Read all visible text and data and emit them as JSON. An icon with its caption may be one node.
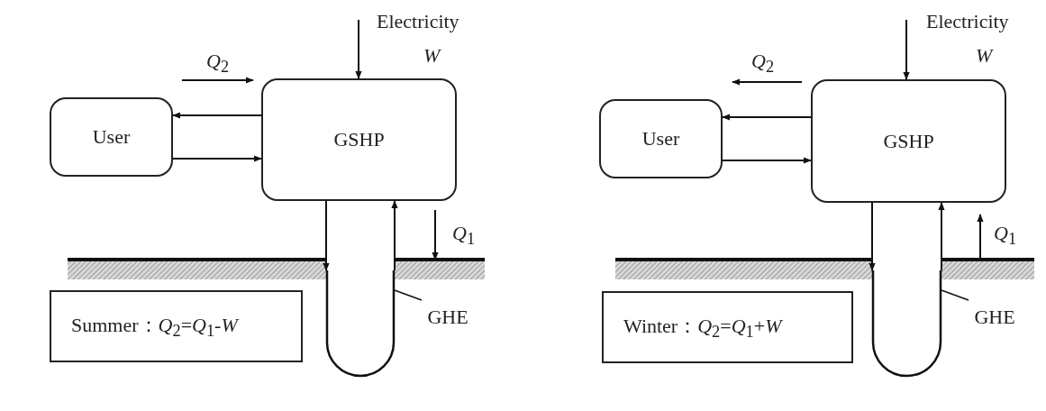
{
  "diagram": {
    "nodes": [
      {
        "text": [
          "User"
        ]
      },
      {
        "text": [
          "GSHP"
        ]
      },
      {
        "text": [
          "Summer：*Q*$_{2}$=*Q*$_{1}$-*W*"
        ]
      },
      {
        "text": [],
        "shape": "u-tube"
      },
      {
        "text": [
          "GHE"
        ]
      },
      {
        "text": [
          "User"
        ]
      },
      {
        "text": [
          "GSHP"
        ]
      },
      {
        "text": [
          "Winter：*Q*$_{2}$=*Q*$_{1}$+*W*"
        ]
      },
      {
        "text": [],
        "shape": "u-tube"
      },
      {
        "text": [
          "GHE"
        ]
      }
    ],
    "edges": [
      {
        "from": 1,
        "to": 0,
        "arrow": "to"
      },
      {
        "from": 0,
        "to": 1,
        "arrow": "to"
      },
      {
        "from": 1,
        "to": 3,
        "arrow": "to"
      },
      {
        "from": 3,
        "to": 1,
        "arrow": "to"
      },
      {
        "from": null,
        "to": 1,
        "arrow": "to"
      },
      {
        "from": 4,
        "to": 3,
        "arrow": "none"
      },
      {
        "from": 6,
        "to": 5,
        "arrow": "to"
      },
      {
        "from": 5,
        "to": 6,
        "arrow": "to"
      },
      {
        "from": 6,
        "to": 8,
        "arrow": "to"
      },
      {
        "from": 8,
        "to": 6,
        "arrow": "to"
      },
      {
        "from": null,
        "to": 6,
        "arrow": "to"
      },
      {
        "from": 9,
        "to": 8,
        "arrow": "none"
      }
    ],
    "labels": [
      "Electricity",
      "W",
      "*Q*$_{2}$",
      "*Q*$_{1}$",
      "Electricity",
      "W",
      "*Q*$_{2}$",
      "*Q*$_{1}$"
    ]
  }
}
